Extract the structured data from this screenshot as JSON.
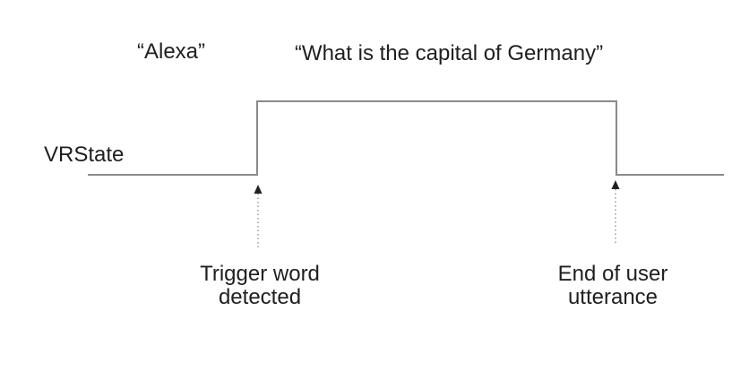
{
  "diagram": {
    "trigger_phrase": "“Alexa”",
    "user_utterance": "“What is the capital of Germany”",
    "signal_label": "VRState",
    "annotations": {
      "rising_edge": {
        "line1": "Trigger word",
        "line2": "detected"
      },
      "falling_edge": {
        "line1": "End of user",
        "line2": "utterance"
      }
    },
    "colors": {
      "background": "#ffffff",
      "signal_line": "#8a8a8a",
      "arrow_line": "#9a9a9a",
      "arrowhead": "#222222",
      "text": "#1f1f1f"
    }
  }
}
